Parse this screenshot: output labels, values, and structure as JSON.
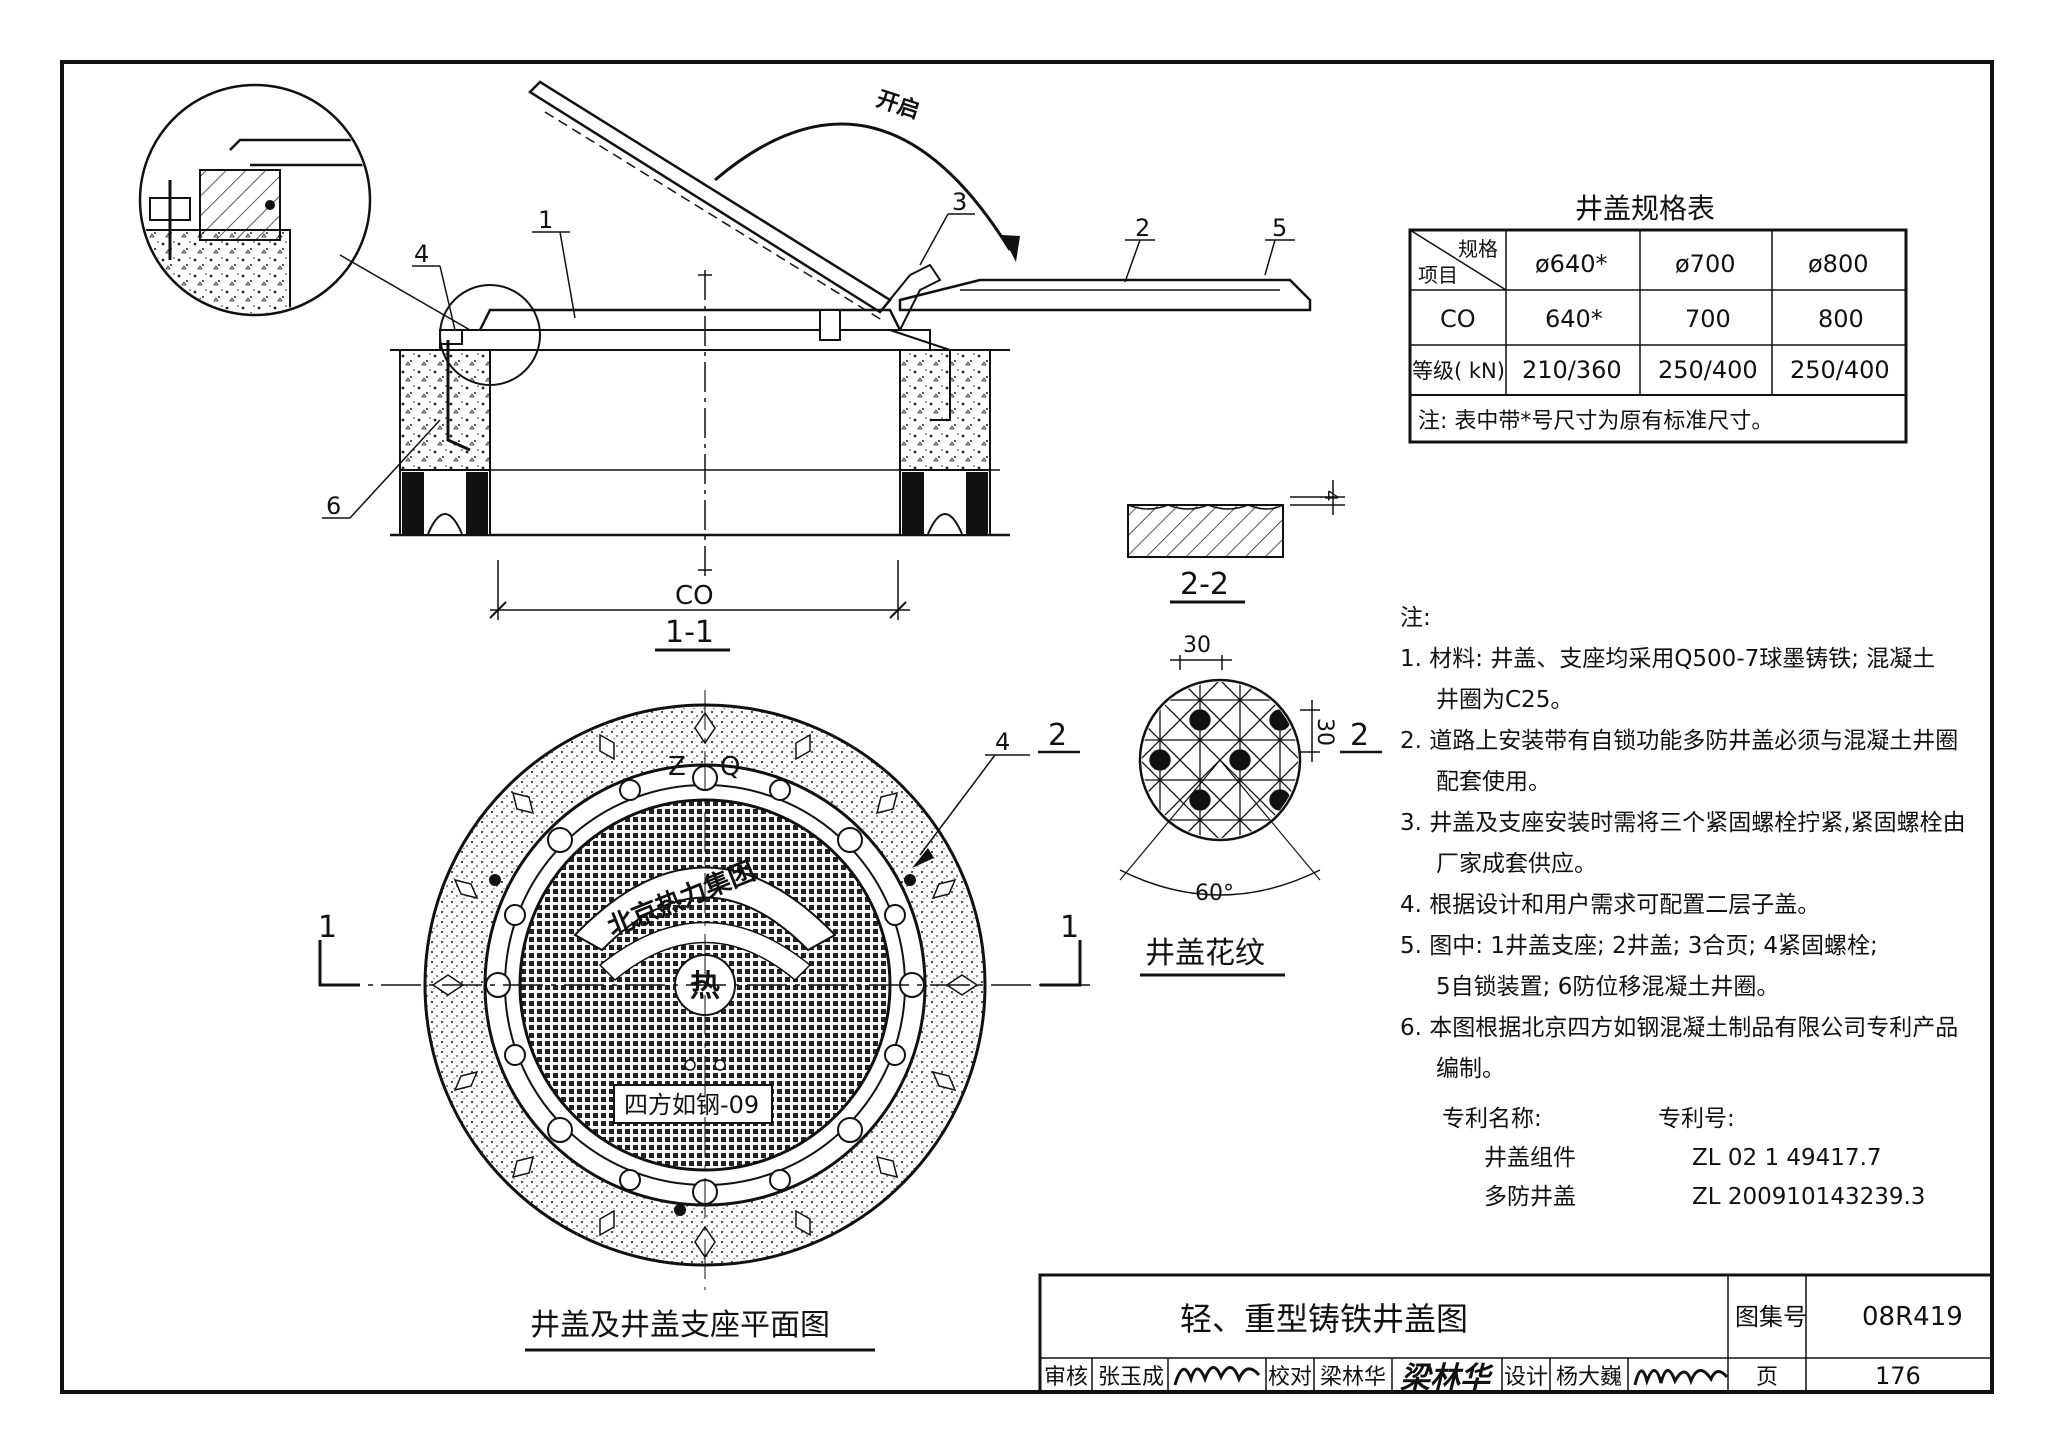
{
  "views": {
    "section_1_1": "1-1",
    "dim_co": "CO",
    "open_label": "开启",
    "callouts": [
      "1",
      "2",
      "3",
      "4",
      "5",
      "6"
    ],
    "section_2_2": "2-2",
    "dim_4": "4",
    "plan_title": "井盖及井盖支座平面图",
    "plan_cut_mark": "1",
    "plan_cut_mark_2": "2",
    "plan_callout_4": "4",
    "plan_text_group": "北京热力集团",
    "plan_text_center": "热",
    "plan_text_brand": "四方如钢-09",
    "plan_letters": [
      "Z",
      "Q"
    ],
    "pattern_title": "井盖花纹",
    "pattern_dim_30a": "30",
    "pattern_dim_30b": "30",
    "pattern_dim_60": "60°"
  },
  "spec_table": {
    "title": "井盖规格表",
    "corner_top": "规格",
    "corner_bottom": "项目",
    "headers": [
      "ø640*",
      "ø700",
      "ø800"
    ],
    "rows": [
      {
        "label": "CO",
        "values": [
          "640*",
          "700",
          "800"
        ]
      },
      {
        "label": "等级( kN)",
        "values": [
          "210/360",
          "250/400",
          "250/400"
        ]
      }
    ],
    "note": "注: 表中带*号尺寸为原有标准尺寸。"
  },
  "notes": {
    "heading": "注:",
    "items": [
      "1.  材料: 井盖、支座均采用Q500-7球墨铸铁; 混凝土",
      "井圈为C25。",
      "2.  道路上安装带有自锁功能多防井盖必须与混凝土井圈",
      "配套使用。",
      "3.  井盖及支座安装时需将三个紧固螺栓拧紧,紧固螺栓由",
      "厂家成套供应。",
      "4.  根据设计和用户需求可配置二层子盖。",
      "5.  图中: 1井盖支座; 2井盖; 3合页; 4紧固螺栓;",
      "5自锁装置; 6防位移混凝土井圈。",
      "6.  本图根据北京四方如钢混凝土制品有限公司专利产品",
      "编制。"
    ],
    "patent_head_name": "专利名称:",
    "patent_head_no": "专利号:",
    "patents": [
      {
        "name": "井盖组件",
        "no": "ZL  02  1  49417.7"
      },
      {
        "name": "多防井盖",
        "no": "ZL  200910143239.3"
      }
    ]
  },
  "title_block": {
    "title": "轻、重型铸铁井盖图",
    "atlas_label": "图集号",
    "atlas_no": "08R419",
    "review_label": "审核",
    "reviewer": "张玉成",
    "check_label": "校对",
    "checker": "梁林华",
    "checker_sign": "梁林华",
    "design_label": "设计",
    "designer": "杨大巍",
    "page_label": "页",
    "page_no": "176"
  }
}
